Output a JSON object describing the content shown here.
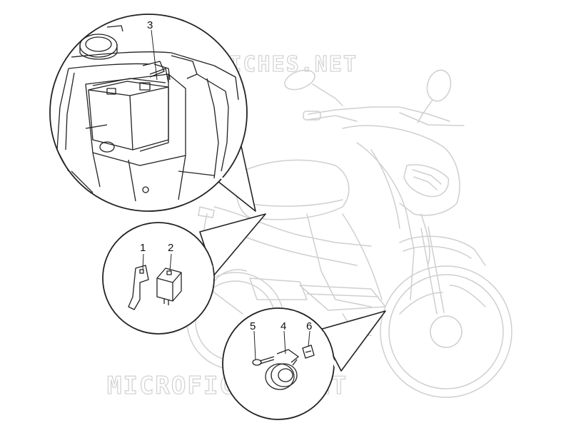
{
  "watermark": {
    "text_top": "MICROFICHES.NET",
    "text_bottom": "MICROFICHES.NET"
  },
  "callouts": [
    {
      "id": "battery",
      "label": "3"
    },
    {
      "id": "relay",
      "label": "1"
    },
    {
      "id": "bracket",
      "label": "2"
    },
    {
      "id": "horn",
      "label": "4"
    },
    {
      "id": "screw",
      "label": "5"
    },
    {
      "id": "clip",
      "label": "6"
    }
  ],
  "colors": {
    "scooter_line": "#cfcfcf",
    "detail_line": "#2a2a2a",
    "watermark": "#d4d4d4"
  }
}
